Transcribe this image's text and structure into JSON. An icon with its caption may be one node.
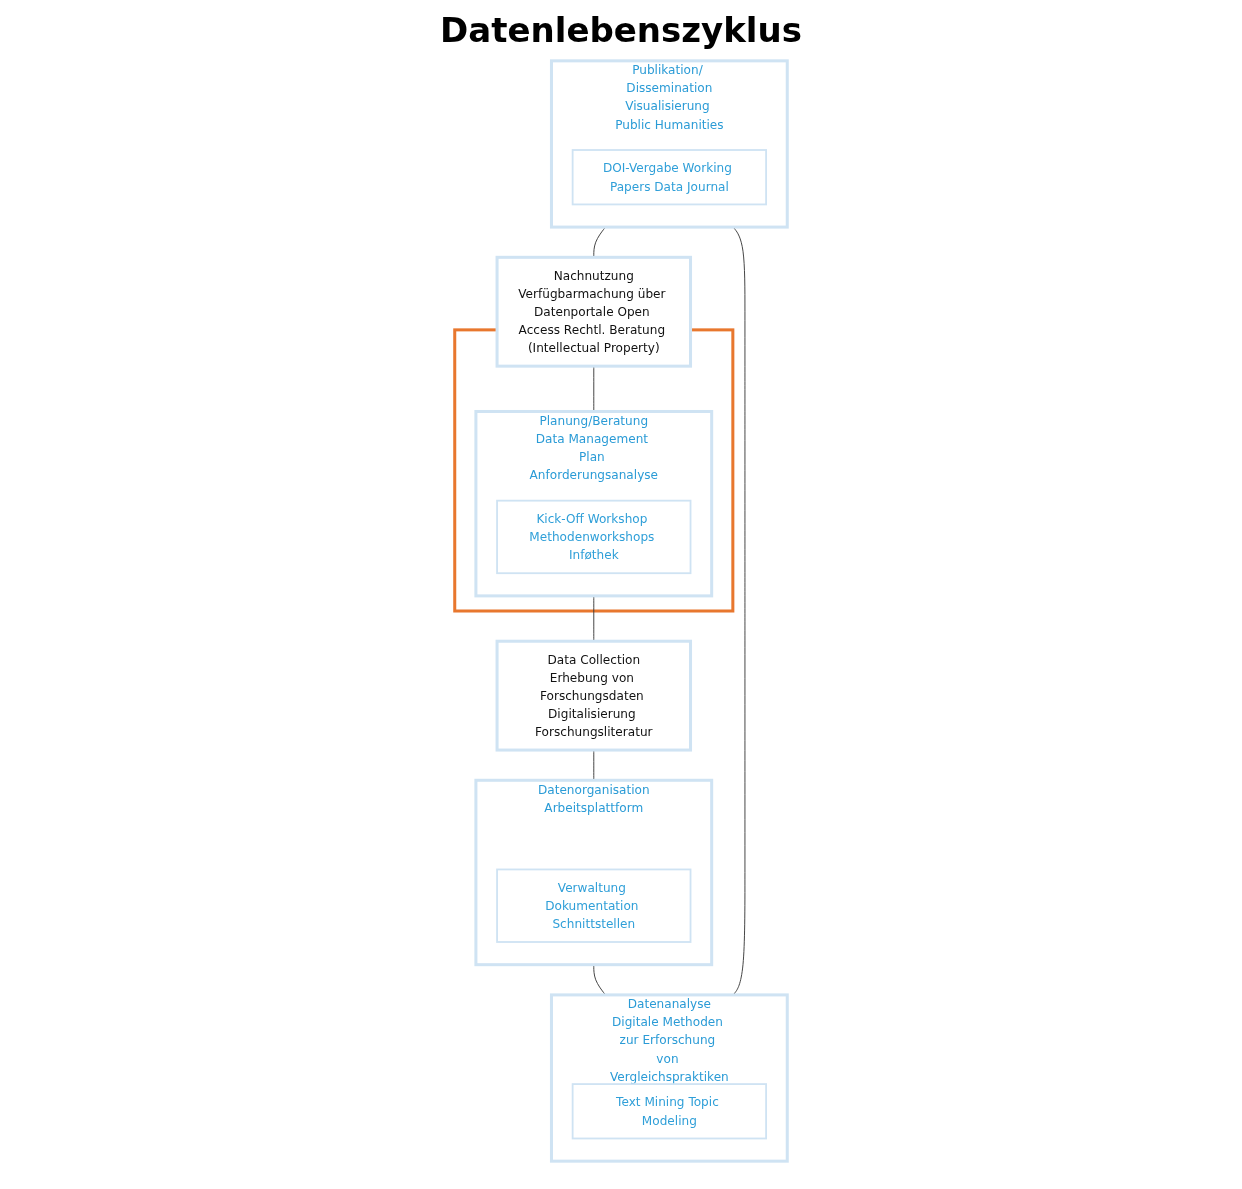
{
  "diagram": {
    "title": "Datenlebenszyklus",
    "nodes": [
      {
        "text": [],
        "shape": "box"
      },
      {
        "text": [
          "Planung/Beratung",
          "Data Management Plan Anforderungsanalyse"
        ],
        "in": 0
      },
      {
        "text": [
          "Kick-Off Workshop Methodenworkshops Inføthek"
        ],
        "in": 1
      },
      {
        "text": [
          "Data Collection",
          "Erhebung von Forschungsdaten Digitalisierung Forschungsliteratur"
        ]
      },
      {
        "text": [
          "Datenorganisation",
          "Arbeitsplattform"
        ]
      },
      {
        "text": [
          "Verwaltung Dokumentation Schnittstellen"
        ],
        "in": 4
      },
      {
        "text": [
          "Datenanalyse",
          "Digitale Methoden zur Erforschung von Vergleichspraktiken"
        ]
      },
      {
        "text": [
          "Text Mining Topic Modeling"
        ],
        "in": 6
      },
      {
        "text": [
          "Publikation/ Dissemination",
          "Visualisierung Public Humanities"
        ]
      },
      {
        "text": [
          "DOI-Vergabe Working Papers Data Journal"
        ],
        "in": 8
      },
      {
        "text": [
          "Nachnutzung",
          "Verfügbarmachung über Datenportale Open Access Rechtl. Beratung (Intellectual Property)"
        ]
      }
    ],
    "edges": [
      {
        "from": 1,
        "to": 3,
        "arrow": "none"
      },
      {
        "from": 3,
        "to": 4,
        "arrow": "none"
      },
      {
        "from": 4,
        "to": 6,
        "arrow": "none"
      },
      {
        "from": 6,
        "to": 8,
        "arrow": "none"
      },
      {
        "from": 8,
        "to": 10,
        "arrow": "none"
      },
      {
        "from": 10,
        "to": 1,
        "arrow": "none"
      }
    ]
  }
}
